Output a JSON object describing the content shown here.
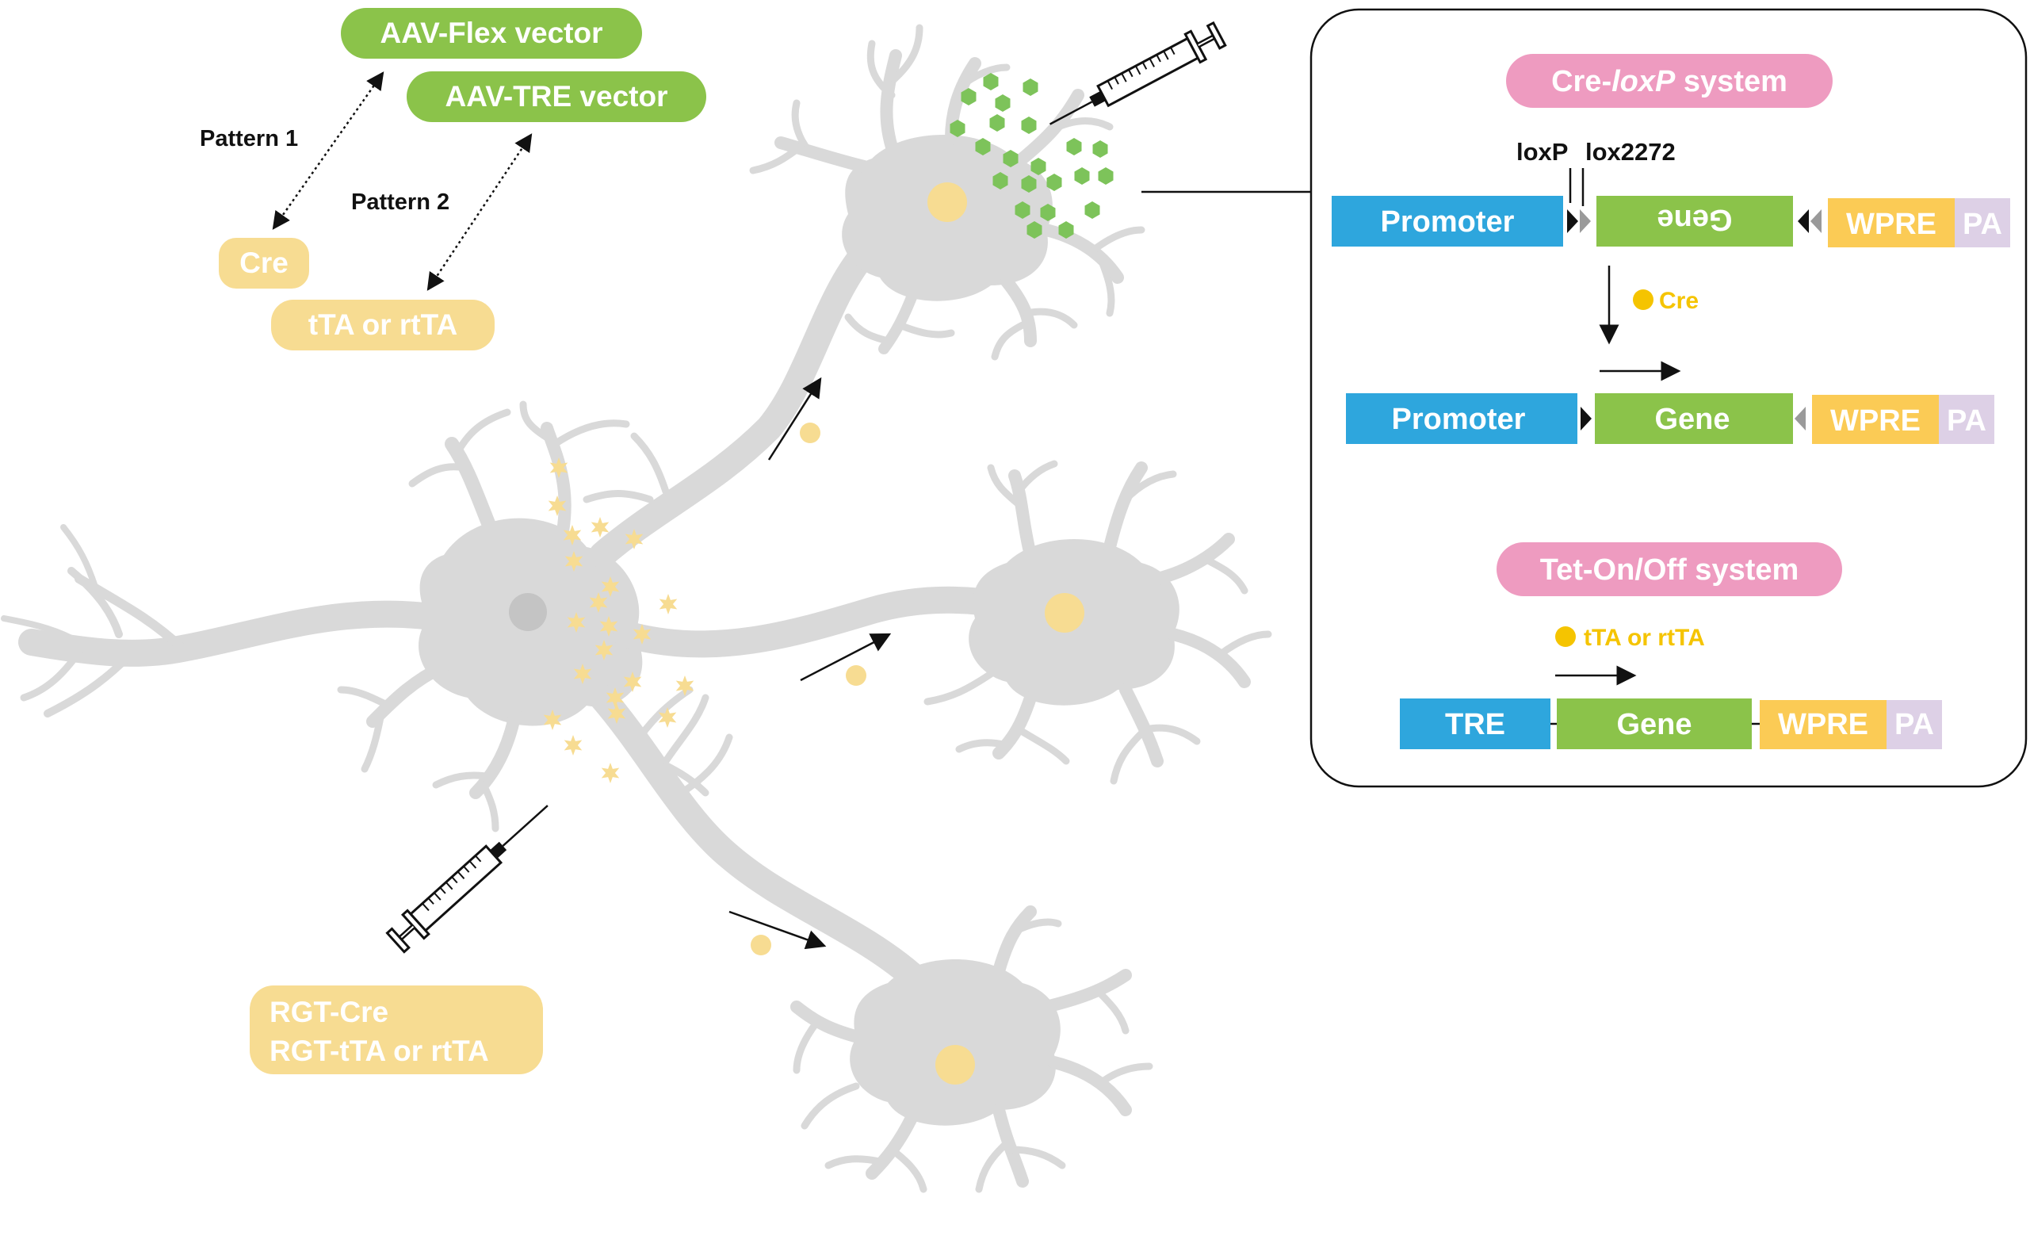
{
  "vectors": {
    "aav_flex": "AAV-Flex vector",
    "aav_tre": "AAV-TRE vector",
    "pattern1": "Pattern 1",
    "pattern2": "Pattern 2",
    "cre": "Cre",
    "tta": "tTA or rtTA"
  },
  "rgt": {
    "line1": "RGT-Cre",
    "line2": "RGT-tTA or rtTA"
  },
  "panel": {
    "cre_lox": {
      "title_prefix": "Cre-",
      "title_italic": "loxP",
      "title_suffix": " system",
      "loxp": "loxP",
      "lox2272": "lox2272",
      "cre_label": "Cre",
      "row1": {
        "promoter": "Promoter",
        "gene": "Gene",
        "wpre": "WPRE",
        "pa": "PA"
      },
      "row2": {
        "promoter": "Promoter",
        "gene": "Gene",
        "wpre": "WPRE",
        "pa": "PA"
      }
    },
    "tet": {
      "title": "Tet-On/Off system",
      "tta_label": "tTA or rtTA",
      "row": {
        "tre": "TRE",
        "gene": "Gene",
        "wpre": "WPRE",
        "pa": "PA"
      }
    }
  },
  "colors": {
    "green": "#8bc34a",
    "yellow_soft": "#f7dc92",
    "yellow_cre": "#f5c400",
    "pink": "#ee9bc0",
    "blue": "#2ea6dd",
    "wpre": "#fbcb55",
    "pa": "#ddd0e6",
    "neuron": "#d9d9d9",
    "nucleus": "#f7dc92",
    "nucleus_source": "#c4c4c4"
  }
}
